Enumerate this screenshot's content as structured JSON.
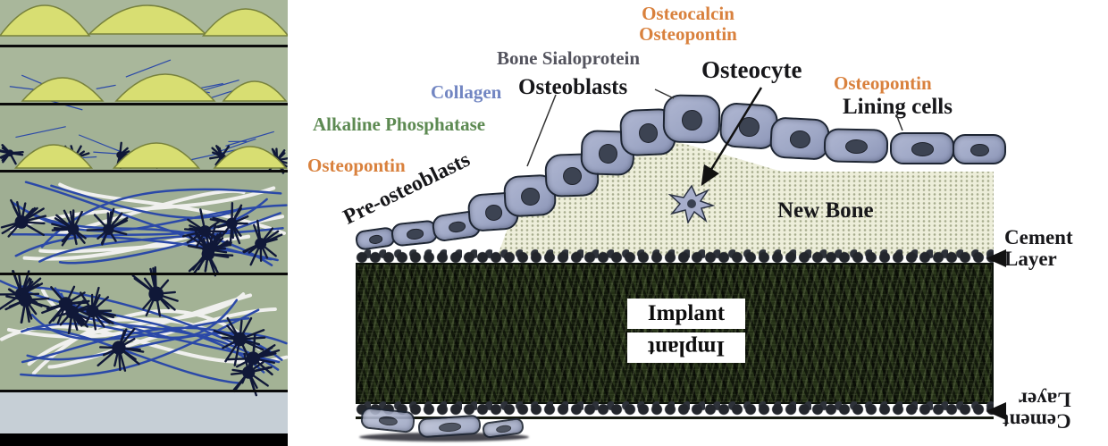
{
  "labels": {
    "osteocalcin": "Osteocalcin",
    "osteopontin_top": "Osteopontin",
    "bone_sialoprotein": "Bone Sialoprotein",
    "collagen": "Collagen",
    "osteoblasts": "Osteoblasts",
    "osteocyte": "Osteocyte",
    "osteopontin_right": "Osteopontin",
    "lining_cells": "Lining cells",
    "alkaline_phosphatase": "Alkaline Phosphatase",
    "osteopontin_left": "Osteopontin",
    "pre_osteoblasts": "Pre-osteoblasts",
    "new_bone": "New Bone",
    "cement_line1": "Cement",
    "cement_line2": "Layer",
    "implant": "Implant",
    "implant_mirror": "Implant",
    "cement_mirror_line1": "Cement",
    "cement_mirror_line2": "Layer"
  },
  "colors": {
    "label_orange": "#d9813d",
    "label_green": "#5d8a52",
    "label_blue": "#7286c2",
    "label_gray": "#54545e",
    "label_dark": "#17171a",
    "implant_dark": "#1a2410",
    "new_bone_bg": "#edeeda",
    "cell_fill": "#9fa8c6",
    "cell_outline": "#1d2533",
    "left_panel_bg": "#a9b79b",
    "left_panel_bottom_bg": "#c6cfd6",
    "mound_yellow": "#d8de72",
    "burst_navy": "#101838",
    "fiber_blue": "#2b49a8",
    "fiber_white": "#f0f0ee"
  }
}
